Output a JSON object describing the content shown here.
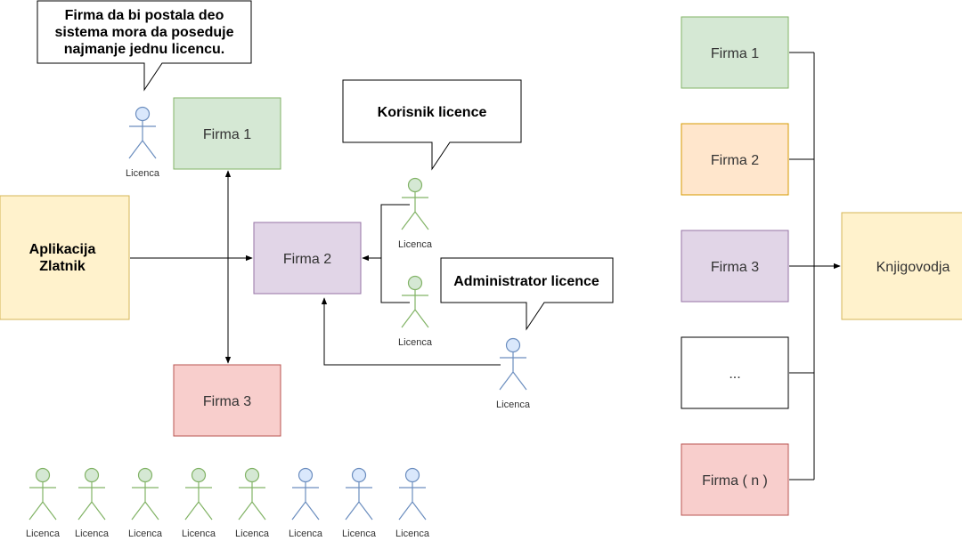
{
  "colors": {
    "green_fill": "#d5e8d4",
    "green_stroke": "#82b366",
    "orange_fill": "#ffe6cc",
    "orange_stroke": "#d79b00",
    "purple_fill": "#e1d5e7",
    "purple_stroke": "#9673a6",
    "red_fill": "#f8cecc",
    "red_stroke": "#b85450",
    "yellow_fill": "#fff2cc",
    "yellow_stroke": "#d6b656",
    "blue_fill": "#dae8fc",
    "blue_stroke": "#6c8ebf",
    "white_fill": "#ffffff",
    "black_stroke": "#000000"
  },
  "left": {
    "callout_license_rule": [
      "Firma da bi postala deo",
      "sistema mora da poseduje",
      "najmanje jednu licencu."
    ],
    "app": [
      "Aplikacija",
      "Zlatnik"
    ],
    "firm1": "Firma 1",
    "firm2": "Firma 2",
    "firm3": "Firma 3",
    "callout_user": "Korisnik licence",
    "callout_admin": "Administrator licence",
    "actor_label": "Licenca"
  },
  "right": {
    "firms": [
      "Firma 1",
      "Firma 2",
      "Firma 3",
      "...",
      "Firma ( n )"
    ],
    "accountant": "Knjigovodja"
  },
  "bottom_row": {
    "actor_colors": [
      "green",
      "green",
      "green",
      "green",
      "green",
      "blue",
      "blue",
      "blue"
    ],
    "label": "Licenca"
  }
}
